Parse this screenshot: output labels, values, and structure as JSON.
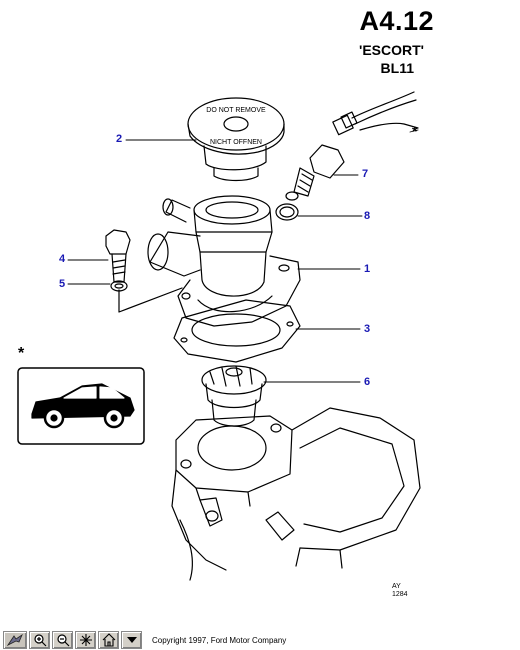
{
  "header": {
    "code": "A4.12",
    "model": "'ESCORT'",
    "sub": "BL11"
  },
  "callouts": {
    "c1": "1",
    "c2": "2",
    "c3": "3",
    "c4": "4",
    "c5": "5",
    "c6": "6",
    "c7": "7",
    "c8": "8"
  },
  "asterisk": "*",
  "ref_code": {
    "line1": "AY",
    "line2": "1284"
  },
  "cap_text": {
    "line1": "DO NOT REMOVE",
    "line2": "NICHT OFFNEN"
  },
  "toolbar": {
    "icons": [
      "select-tool-icon",
      "zoom-in-icon",
      "zoom-out-icon",
      "hotspot-icon",
      "home-icon",
      "dropdown-arrow-icon"
    ],
    "copyright": "Copyright 1997, Ford Motor Company"
  },
  "colors": {
    "callout": "#1a1ab4",
    "line": "#000000"
  }
}
